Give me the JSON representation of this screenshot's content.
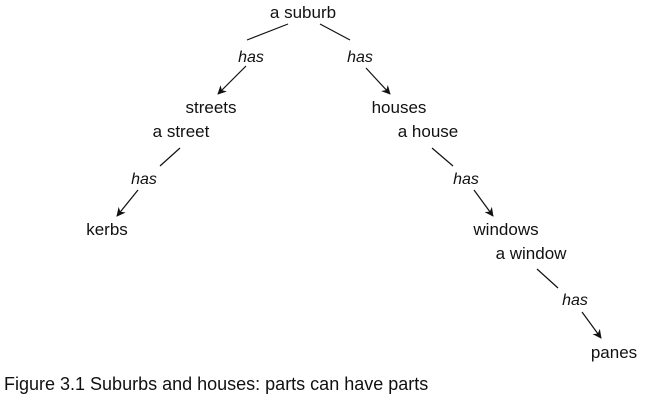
{
  "nodes": {
    "suburb": "a suburb",
    "streets": "streets",
    "a_street": "a street",
    "kerbs": "kerbs",
    "houses": "houses",
    "a_house": "a house",
    "windows": "windows",
    "a_window": "a window",
    "panes": "panes"
  },
  "edges": [
    {
      "from": "a suburb",
      "to": "streets",
      "label": "has"
    },
    {
      "from": "a suburb",
      "to": "houses",
      "label": "has"
    },
    {
      "from": "a street",
      "to": "kerbs",
      "label": "has"
    },
    {
      "from": "a house",
      "to": "windows",
      "label": "has"
    },
    {
      "from": "a window",
      "to": "panes",
      "label": "has"
    }
  ],
  "caption": "Figure 3.1  Suburbs and houses: parts can have parts"
}
